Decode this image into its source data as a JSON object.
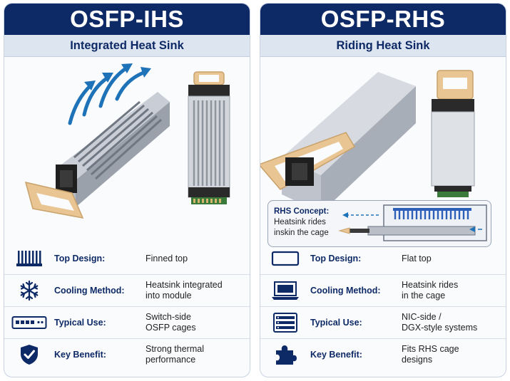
{
  "left_panel": {
    "title": "OSFP-IHS",
    "subtitle": "Integrated Heat Sink",
    "rows": [
      {
        "icon": "fins-icon",
        "label": "Top Design:",
        "value": "Finned top"
      },
      {
        "icon": "snowflake-icon",
        "label": "Cooling Method:",
        "value": "Heatsink integrated\ninto module"
      },
      {
        "icon": "switch-icon",
        "label": "Typical Use:",
        "value": "Switch-side\nOSFP cages"
      },
      {
        "icon": "shield-check-icon",
        "label": "Key Benefit:",
        "value": "Strong thermal\nperformance"
      }
    ]
  },
  "right_panel": {
    "title": "OSFP-RHS",
    "subtitle": "Riding Heat Sink",
    "concept": {
      "title": "RHS Concept:",
      "line1": "Heatsink rides",
      "line2": "inskin the cage"
    },
    "rows": [
      {
        "icon": "flat-rect-icon",
        "label": "Top Design:",
        "value": "Flat top"
      },
      {
        "icon": "laptop-icon",
        "label": "Cooling Method:",
        "value": "Heatsink rides\nin the cage"
      },
      {
        "icon": "server-rack-icon",
        "label": "Typical Use:",
        "value": "NIC-side /\nDGX-style systems"
      },
      {
        "icon": "puzzle-icon",
        "label": "Key Benefit:",
        "value": "Fits RHS cage\ndesigns"
      }
    ]
  },
  "colors": {
    "navy": "#0e2a66",
    "subtitle_bg": "#dde5f1",
    "pull_tab": "#e8c592",
    "airflow_arrow": "#1e73b8"
  }
}
